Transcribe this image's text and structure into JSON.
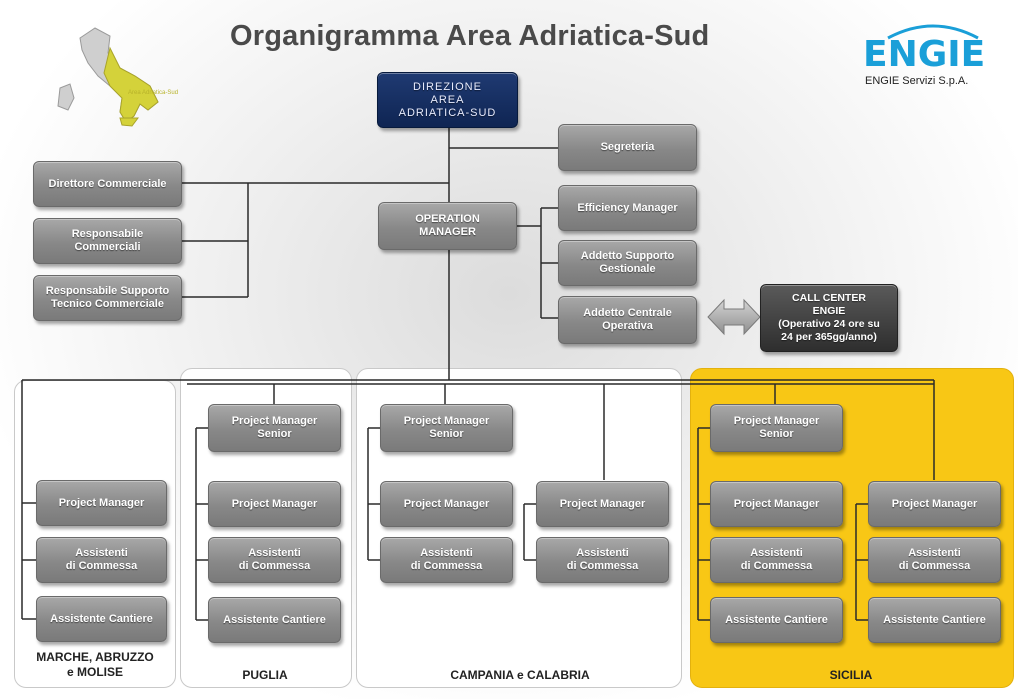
{
  "title": "Organigramma Area Adriatica-Sud",
  "logo": {
    "brand": "ENGIE",
    "subtitle": "ENGIE Servizi S.p.A.",
    "color": "#1a9fd8"
  },
  "map": {
    "label": "Area Adriatica-Sud",
    "highlight_color": "#d4d23a"
  },
  "top": {
    "direzione": "DIREZIONE\nAREA\nADRIATICA-SUD",
    "segreteria": "Segreteria",
    "direttore_commerciale": "Direttore Commerciale",
    "responsabile_commerciali": "Responsabile\nCommerciali",
    "responsabile_supporto": "Responsabile Supporto\nTecnico Commerciale",
    "operation_manager": "OPERATION\nMANAGER",
    "efficiency_manager": "Efficiency Manager",
    "addetto_supporto": "Addetto Supporto\nGestionale",
    "addetto_centrale": "Addetto Centrale\nOperativa",
    "call_center": "CALL CENTER\nENGIE\n(Operativo 24 ore su\n24 per 365gg/anno)"
  },
  "regions": {
    "marche": {
      "label": "MARCHE, ABRUZZO\ne MOLISE",
      "project_manager": "Project Manager",
      "assistenti": "Assistenti\ndi Commessa",
      "assistente_cantiere": "Assistente Cantiere"
    },
    "puglia": {
      "label": "PUGLIA",
      "pm_senior": "Project Manager\nSenior",
      "project_manager": "Project Manager",
      "assistenti": "Assistenti\ndi Commessa",
      "assistente_cantiere": "Assistente Cantiere"
    },
    "campania": {
      "label": "CAMPANIA e CALABRIA",
      "pm_senior": "Project Manager\nSenior",
      "project_manager_1": "Project Manager",
      "assistenti_1": "Assistenti\ndi Commessa",
      "project_manager_2": "Project Manager",
      "assistenti_2": "Assistenti\ndi Commessa"
    },
    "sicilia": {
      "label": "SICILIA",
      "pm_senior": "Project Manager\nSenior",
      "project_manager_1": "Project Manager",
      "assistenti_1": "Assistenti\ndi Commessa",
      "assistente_cantiere_1": "Assistente Cantiere",
      "project_manager_2": "Project Manager",
      "assistenti_2": "Assistenti\ndi Commessa",
      "assistente_cantiere_2": "Assistente Cantiere"
    }
  }
}
